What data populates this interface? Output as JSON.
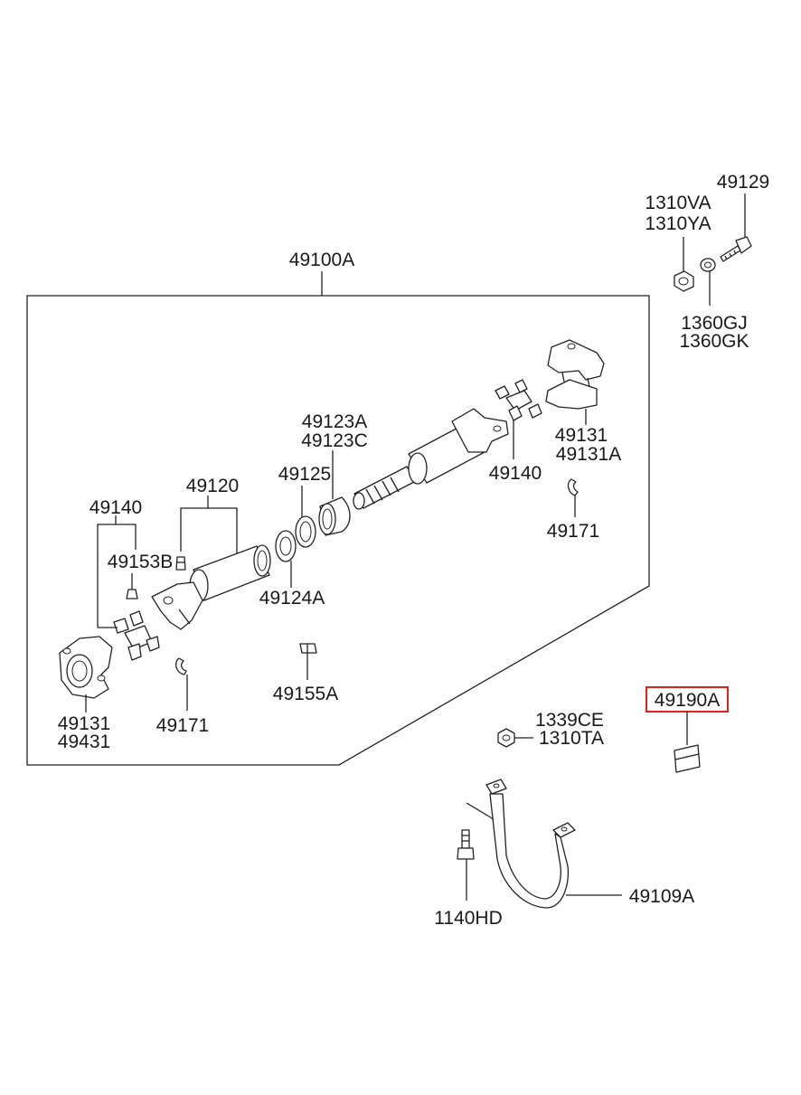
{
  "diagram": {
    "highlight_color": "#e0201b",
    "assembly_label": "49100A",
    "highlighted_part": "49190A",
    "callouts": {
      "p49129": "49129",
      "p1310VA": "1310VA",
      "p1310YA": "1310YA",
      "p1360GJ": "1360GJ",
      "p1360GK": "1360GK",
      "p49123A": "49123A",
      "p49123C": "49123C",
      "p49131_right": "49131",
      "p49131A": "49131A",
      "p49125": "49125",
      "p49120": "49120",
      "p49140_right": "49140",
      "p49140_left": "49140",
      "p49171_right": "49171",
      "p49153B": "49153B",
      "p49124A": "49124A",
      "p49155A": "49155A",
      "p49131_left": "49131",
      "p49431": "49431",
      "p49171_left": "49171",
      "p1339CE": "1339CE",
      "p1310TA": "1310TA",
      "p49109A": "49109A",
      "p1140HD": "1140HD"
    }
  }
}
